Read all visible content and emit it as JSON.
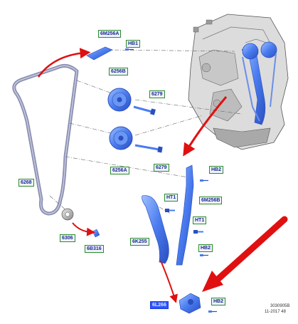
{
  "labels": {
    "tensioner_rail_top": "6M256A",
    "bolt_hb1_top": "HB1",
    "sprocket_upper": "6256B",
    "bolt_6279_upper": "6279",
    "sprocket_lower": "6256A",
    "bolt_6279_lower": "6279",
    "chain": "6268",
    "crank_sprocket": "6306",
    "crank_key": "6B316",
    "bolt_hb2_top": "HB2",
    "bolt_ht1_left": "HT1",
    "guide_6m256b": "6M256B",
    "bolt_ht1_right": "HT1",
    "guide_6k255": "6K255",
    "bolt_hb2_mid": "HB2",
    "tensioner": "6L266",
    "bolt_hb2_bottom": "HB2"
  },
  "meta": {
    "drawing_number": "3030905B",
    "date": "11-2017 48"
  },
  "colors": {
    "part_blue": "#4a7cf0",
    "part_blue_dark": "#2a4fc0",
    "arrow_red": "#e01010",
    "engine_gray": "#b0b0b0",
    "label_border": "#2a8a2a"
  }
}
